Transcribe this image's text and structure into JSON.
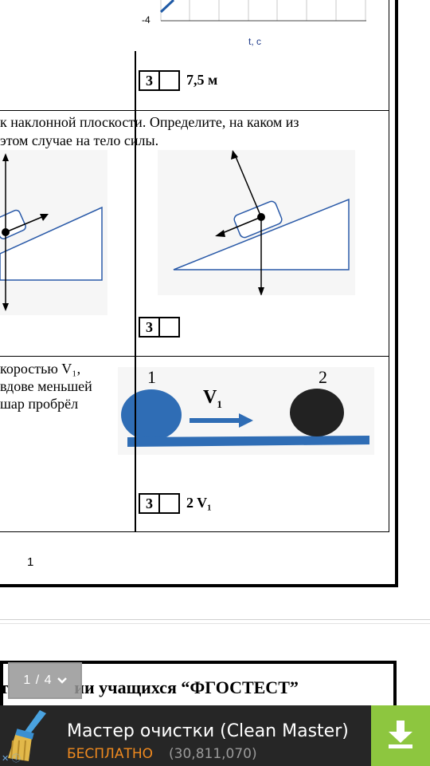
{
  "graph": {
    "y_tick": "-4",
    "x_axis_label": "t, c"
  },
  "q1": {
    "answer_num": "3",
    "answer_value": "7,5 м"
  },
  "q2": {
    "text_line1": "к наклонной плоскости.  Определите, на каком из",
    "text_line2": "этом случае на тело силы.",
    "answer_num": "3"
  },
  "q3": {
    "text_line1": "коростью    V₁,",
    "text_line2": "вдове меньшей",
    "text_line3": "шар   пробрёл",
    "ball1_label": "1",
    "ball2_label": "2",
    "velocity_label": "V",
    "velocity_sub": "1",
    "answer_num": "3",
    "answer_value": "2 V₁"
  },
  "page_number": "1",
  "next_page_header": "т               ии учащихся “ФГОСТЕСТ”",
  "pager": {
    "label": "1 / 4",
    "chevron": "chevron-down-icon"
  },
  "ad": {
    "title": "Мастер очистки (Clean Master)",
    "free_label": "БЕСПЛАТНО",
    "count": "(30,811,070)",
    "icon": "broom-icon",
    "download_icon": "download-icon",
    "colors": {
      "background": "#262626",
      "free": "#f08a1f",
      "download_bg": "#8dc63f"
    }
  }
}
